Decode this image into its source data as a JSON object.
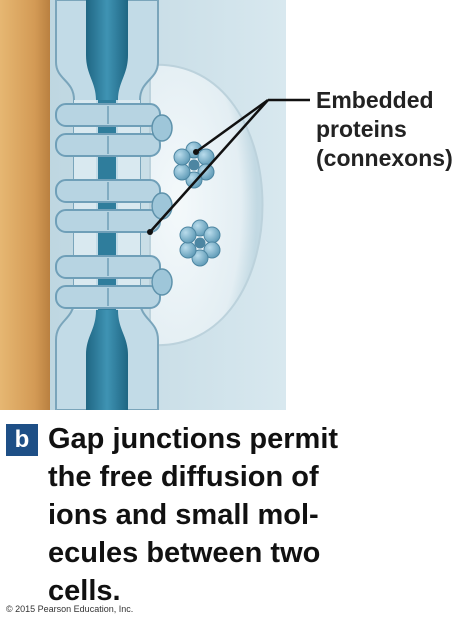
{
  "callout": {
    "lines": [
      "Embedded",
      "proteins",
      "(connexons)"
    ]
  },
  "badge": {
    "label": "b"
  },
  "caption": {
    "lines": [
      "Gap junctions permit",
      "the free diffusion of",
      "ions and small mol-",
      "ecules between two",
      "cells."
    ]
  },
  "copyright": "© 2015 Pearson Education, Inc.",
  "colors": {
    "cytoplasm": "#d6a15e",
    "membrane": "#bcd8e6",
    "membrane_edge": "#6f9fb8",
    "channel": "#2f7d9c",
    "badge": "#1e4f86"
  }
}
